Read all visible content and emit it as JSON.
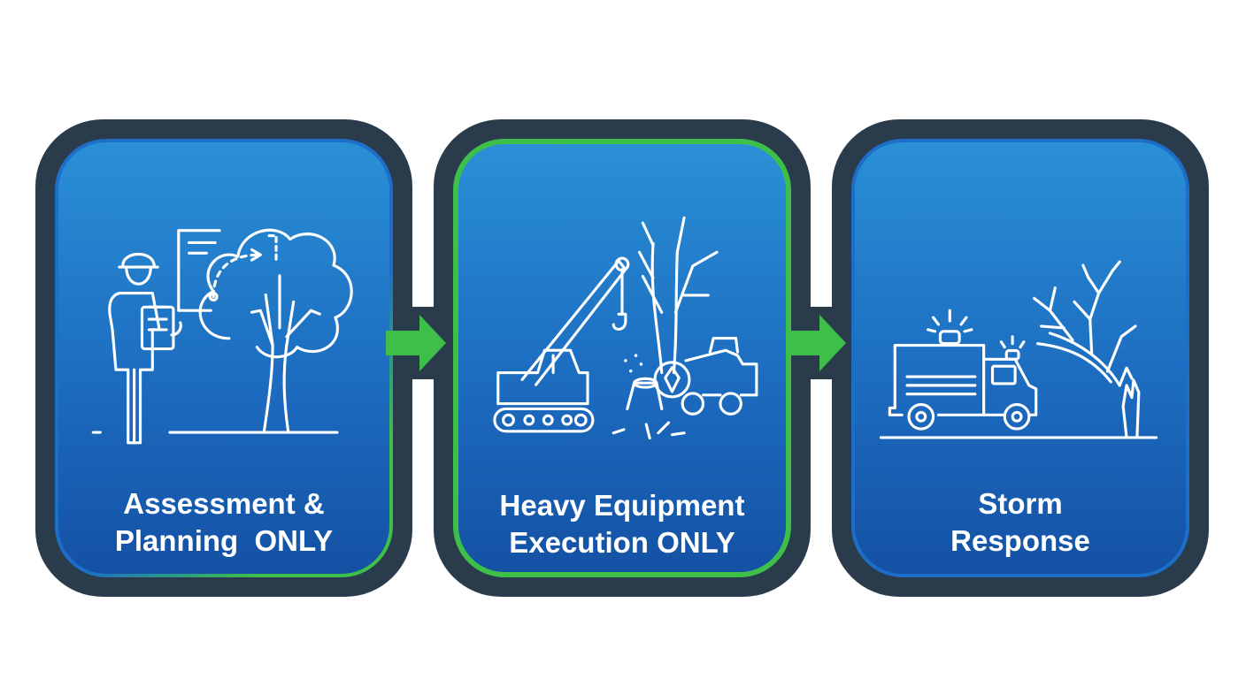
{
  "steps": [
    {
      "label": "Assessment &\nPlanning  ONLY",
      "icon": "arborist-assessment-icon",
      "highlighted": false
    },
    {
      "label": "Heavy Equipment\nExecution ONLY",
      "icon": "crane-stump-grinder-icon",
      "highlighted": true
    },
    {
      "label": "Storm\nResponse",
      "icon": "emergency-truck-broken-tree-icon",
      "highlighted": false
    }
  ],
  "colors": {
    "frame": "#2a3b4b",
    "card_blue": "#1d6dc1",
    "highlight_green": "#3dbf4a",
    "text": "#ffffff"
  }
}
